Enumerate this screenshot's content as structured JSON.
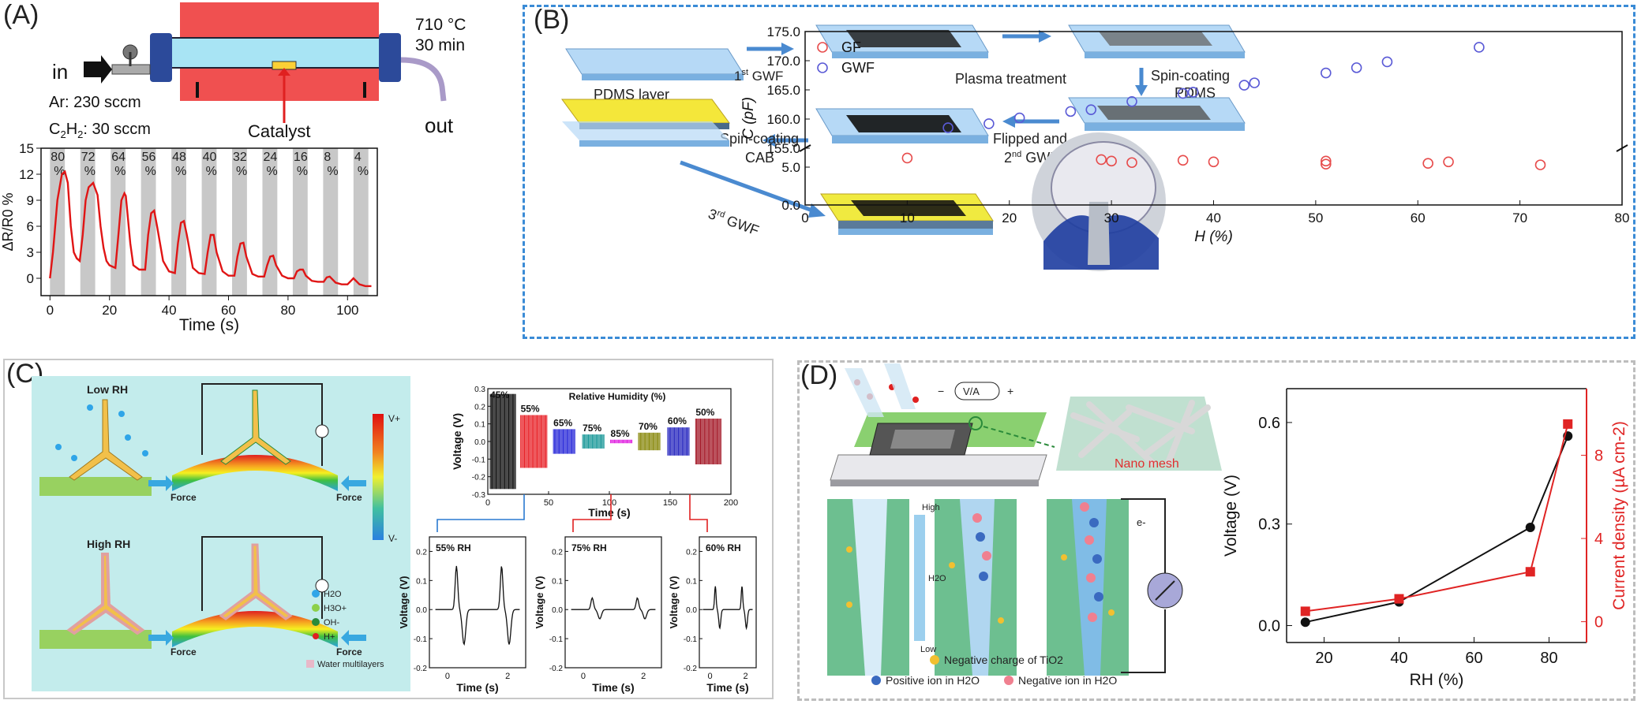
{
  "panels": {
    "a": {
      "label": "(A)",
      "furnace": {
        "in": "in",
        "temp": "710 °C",
        "time": "30 min",
        "ar_label": "Ar: 230 sccm",
        "c2h2_prefix": "C",
        "c2h2_sub1": "2",
        "c2h2_mid": "H",
        "c2h2_sub2": "2",
        "c2h2_suffix": ": 30 sccm",
        "catalyst": "Catalyst",
        "out": "out"
      },
      "chart_data": {
        "type": "line",
        "title": "",
        "xlabel": "Time (s)",
        "ylabel": "ΔR/R0 %",
        "xlim": [
          -3,
          110
        ],
        "ylim": [
          -2,
          15
        ],
        "xticks": [
          0,
          20,
          40,
          60,
          80,
          100
        ],
        "yticks": [
          0,
          3,
          6,
          9,
          12,
          15
        ],
        "pulse_labels": [
          "80",
          "72",
          "64",
          "56",
          "48",
          "40",
          "32",
          "24",
          "16",
          "8",
          "4"
        ],
        "pulse_unit": "%",
        "series": [
          {
            "x": [
              0,
              1,
              2.5,
              4,
              5,
              6,
              7,
              8,
              9,
              10,
              11,
              12,
              13,
              14.5,
              16,
              17,
              18,
              19,
              20,
              22,
              23,
              24,
              25,
              25.5,
              27,
              28,
              30,
              32,
              33,
              34,
              35,
              36,
              38,
              40,
              42,
              43,
              44,
              45,
              46,
              48,
              50,
              52,
              53,
              54,
              55,
              56,
              58,
              60,
              62,
              63,
              64,
              65,
              66,
              68,
              70,
              72,
              73,
              74,
              75,
              76,
              78,
              80,
              82,
              83,
              84,
              85,
              86,
              88,
              90,
              92,
              93,
              94,
              96,
              98,
              100,
              102,
              104,
              106,
              108
            ],
            "y": [
              0,
              3,
              9,
              12,
              12.3,
              11,
              6,
              3,
              2.3,
              2,
              5,
              9,
              10.5,
              11,
              9.6,
              6,
              3.5,
              2,
              1.5,
              1.2,
              5,
              9,
              9.8,
              9.5,
              4,
              1.5,
              1,
              1,
              5,
              7.5,
              7.8,
              6,
              2,
              0.8,
              0.6,
              4,
              6.4,
              6.6,
              5,
              1.2,
              0.6,
              0.5,
              3,
              5,
              5,
              3,
              0.8,
              0.3,
              0.3,
              2.5,
              4,
              4.1,
              2.5,
              0.5,
              0.2,
              0.2,
              1.5,
              2.5,
              2.6,
              1.5,
              0.3,
              0,
              0,
              0.8,
              1,
              1,
              0.3,
              -0.3,
              -0.4,
              -0.4,
              0.1,
              0.2,
              -0.5,
              -0.7,
              -0.7,
              0,
              -0.7,
              -0.9,
              -0.9
            ]
          }
        ]
      }
    },
    "b": {
      "label": "(B)",
      "steps": {
        "pdms": "PDMS layer",
        "gwf1_sup": "st",
        "gwf1_pre": "1",
        "gwf1_post": " GWF",
        "plasma": "Plasma treatment",
        "spin_pdms_1": "Spin-coating",
        "spin_pdms_2": "PDMS",
        "flipped_1": "Flipped and",
        "gwf2_pre": "2",
        "gwf2_sup": "nd",
        "gwf2_post": " GWF",
        "spin_cab_1": "Spin-coating",
        "spin_cab_2": "CAB",
        "gwf3_pre": "3",
        "gwf3_sup": "rd",
        "gwf3_post": " GWF"
      },
      "chart_data": {
        "type": "scatter",
        "title": "",
        "xlabel": "H (%)",
        "ylabel": "C (pF)",
        "xlim": [
          0,
          80
        ],
        "ylim_upper": [
          155,
          175
        ],
        "ylim_lower": [
          0,
          5
        ],
        "yticks_upper": [
          "155.0",
          "160.0",
          "165.0",
          "170.0",
          "175.0"
        ],
        "yticks_lower": [
          "0.0",
          "5.0"
        ],
        "xticks": [
          0,
          10,
          20,
          30,
          40,
          50,
          60,
          70,
          80
        ],
        "legend_position": "top-left",
        "series": [
          {
            "name": "GF",
            "color": "#e74c4c",
            "x": [
              10,
              29,
              30,
              32,
              37,
              40,
              51,
              51,
              61,
              63,
              72
            ],
            "y": [
              6.2,
              6.0,
              5.8,
              5.6,
              5.9,
              5.7,
              5.8,
              5.4,
              5.5,
              5.7,
              5.3
            ]
          },
          {
            "name": "GWF",
            "color": "#5a5ad6",
            "x": [
              14,
              18,
              21,
              26,
              28,
              32,
              37,
              38,
              43,
              44,
              51,
              54,
              57,
              66
            ],
            "y": [
              158.5,
              159.2,
              160.2,
              161.3,
              161.6,
              163.0,
              164.4,
              164.6,
              165.8,
              166.2,
              167.9,
              168.8,
              169.8,
              172.3
            ]
          }
        ]
      }
    },
    "c": {
      "label": "(C)",
      "low_rh": "Low RH",
      "high_rh": "High RH",
      "force": "Force",
      "colorbar_top": "V+",
      "colorbar_bottom": "V-",
      "legend": {
        "h2o": "H2O",
        "h3o": "H3O+",
        "oh": "OH-",
        "h": "H+",
        "water": "Water multilayers"
      },
      "main_chart": {
        "type": "bar",
        "title": "Relative Humidity (%)",
        "xlabel": "Time (s)",
        "ylabel": "Voltage (V)",
        "xlim": [
          0,
          200
        ],
        "ylim": [
          -0.3,
          0.3
        ],
        "xticks": [
          0,
          50,
          100,
          150,
          200
        ],
        "yticks": [
          "-0.3",
          "-0.2",
          "-0.1",
          "0.0",
          "0.1",
          "0.2",
          "0.3"
        ],
        "segments": [
          {
            "label": "45%",
            "start": 2,
            "end": 23,
            "amp_pos": 0.27,
            "amp_neg": -0.27,
            "color": "#111111"
          },
          {
            "label": "55%",
            "start": 27,
            "end": 49,
            "amp_pos": 0.15,
            "amp_neg": -0.15,
            "color": "#e8242a"
          },
          {
            "label": "65%",
            "start": 54,
            "end": 72,
            "amp_pos": 0.07,
            "amp_neg": -0.07,
            "color": "#2b2bd9"
          },
          {
            "label": "75%",
            "start": 78,
            "end": 96,
            "amp_pos": 0.04,
            "amp_neg": -0.04,
            "color": "#1d9a9a"
          },
          {
            "label": "85%",
            "start": 101,
            "end": 119,
            "amp_pos": 0.01,
            "amp_neg": -0.01,
            "color": "#e020e0"
          },
          {
            "label": "70%",
            "start": 124,
            "end": 142,
            "amp_pos": 0.05,
            "amp_neg": -0.05,
            "color": "#8a8a10"
          },
          {
            "label": "60%",
            "start": 148,
            "end": 166,
            "amp_pos": 0.08,
            "amp_neg": -0.08,
            "color": "#2a2ac0"
          },
          {
            "label": "50%",
            "start": 171,
            "end": 192,
            "amp_pos": 0.13,
            "amp_neg": -0.13,
            "color": "#a51c2a"
          }
        ]
      },
      "insets": [
        {
          "label": "55% RH",
          "amp": 0.15,
          "xticks": [
            0,
            2
          ],
          "yticks": [
            "-0.2",
            "-0.1",
            "0.0",
            "0.1",
            "0.2"
          ],
          "xlabel": "Time (s)",
          "ylabel": "Voltage (V)",
          "ylim": [
            -0.2,
            0.25
          ]
        },
        {
          "label": "75% RH",
          "amp": 0.04,
          "xticks": [
            0,
            2
          ],
          "yticks": [
            "-0.2",
            "-0.1",
            "0.0",
            "0.1",
            "0.2"
          ],
          "xlabel": "Time (s)",
          "ylabel": "Voltage (V)",
          "ylim": [
            -0.2,
            0.25
          ]
        },
        {
          "label": "60% RH",
          "amp": 0.08,
          "xticks": [
            0,
            2
          ],
          "yticks": [
            "-0.2",
            "-0.1",
            "0.0",
            "0.1",
            "0.2"
          ],
          "xlabel": "Time (s)",
          "ylabel": "Voltage (V)",
          "ylim": [
            -0.2,
            0.25
          ]
        }
      ]
    },
    "d": {
      "label": "(D)",
      "meter": "V/A",
      "minus": "−",
      "plus": "+",
      "nano_mesh": "Nano mesh",
      "high": "High",
      "h2o": "H2O",
      "low": "Low",
      "electron": "e-",
      "neg_charge": "Negative charge of TiO2",
      "pos_ion": "Positive ion in H2O",
      "neg_ion": "Negative ion in H2O",
      "chart_data": {
        "type": "line",
        "title": "",
        "xlabel": "RH (%)",
        "ylabel_left": "Voltage (V)",
        "ylabel_right": "Current density (µA cm-2)",
        "xlim": [
          10,
          90
        ],
        "ylim_left": [
          -0.05,
          0.7
        ],
        "ylim_right": [
          -1,
          11.2
        ],
        "xticks": [
          20,
          40,
          60,
          80
        ],
        "yticks_left": [
          "0.0",
          "0.3",
          "0.6"
        ],
        "yticks_right": [
          "0",
          "4",
          "8"
        ],
        "series": [
          {
            "name": "Voltage",
            "axis": "left",
            "color": "#111111",
            "x": [
              15,
              40,
              75,
              85
            ],
            "y": [
              0.01,
              0.07,
              0.29,
              0.56
            ]
          },
          {
            "name": "Current density",
            "axis": "right",
            "color": "#e02424",
            "x": [
              15,
              40,
              75,
              85
            ],
            "y": [
              0.5,
              1.1,
              2.4,
              9.5
            ]
          }
        ]
      }
    }
  }
}
